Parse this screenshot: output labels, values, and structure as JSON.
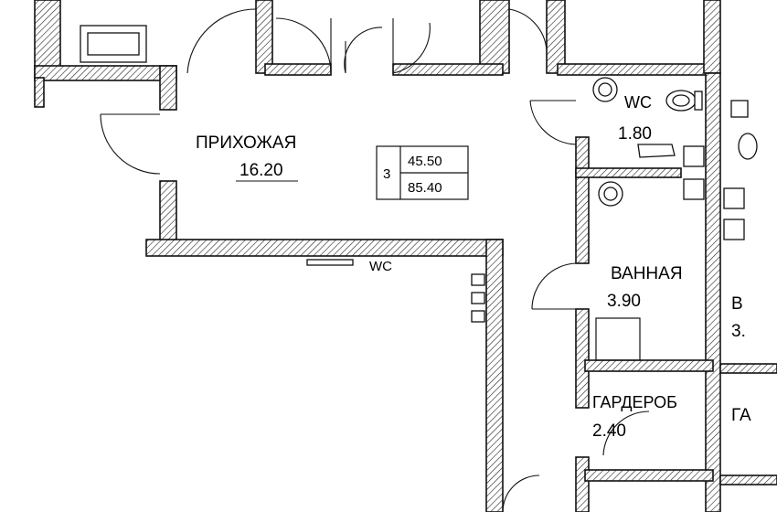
{
  "rooms": {
    "hall": {
      "name": "ПРИХОЖАЯ",
      "area": "16.20"
    },
    "wc": {
      "name": "WC",
      "area": "1.80"
    },
    "bath": {
      "name": "ВАННАЯ",
      "area": "3.90"
    },
    "wardrobe": {
      "name": "ГАРДЕРОБ",
      "area": "2.40"
    },
    "wc2_cut": {
      "name": "WC"
    },
    "bath2_cut": {
      "name": "В",
      "area": "3."
    },
    "ward2_cut": {
      "name": "ГА"
    }
  },
  "apartment": {
    "rooms_count": "3",
    "living_area": "45.50",
    "total_area": "85.40"
  }
}
